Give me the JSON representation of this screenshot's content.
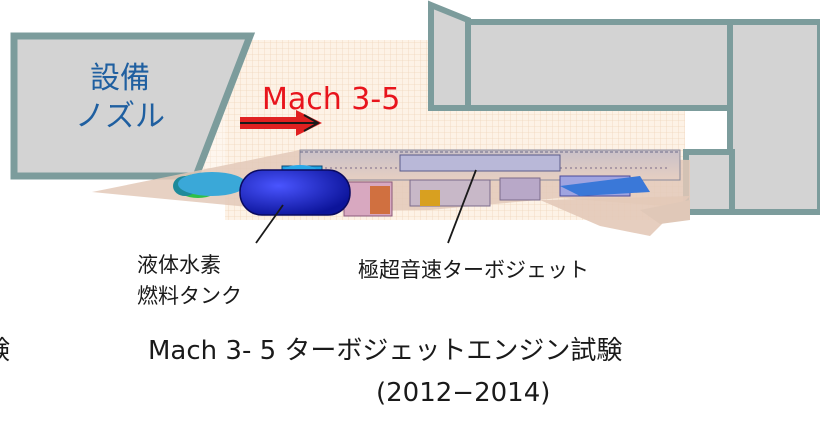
{
  "nozzle": {
    "line1": "設備",
    "line2": "ノズル"
  },
  "flow_label": "Mach 3-5",
  "labels": {
    "hydrogen_tank_line1": "液体水素",
    "hydrogen_tank_line2": "燃料タンク",
    "turbojet": "極超音速ターボジェット"
  },
  "caption": {
    "left_cut": "験",
    "main": "Mach 3- 5 ターボジェットエンジン試験",
    "years": "(2012−2014)"
  },
  "colors": {
    "facility_fill": "#d3d3d3",
    "facility_stroke": "#7c9c9c",
    "nozzle_text": "#1f5fa0",
    "flow_arrow": "#e02020",
    "mach_text": "#e8141c",
    "tank_blue": "#1a24c8",
    "flow_region": "#fbe7d4"
  }
}
